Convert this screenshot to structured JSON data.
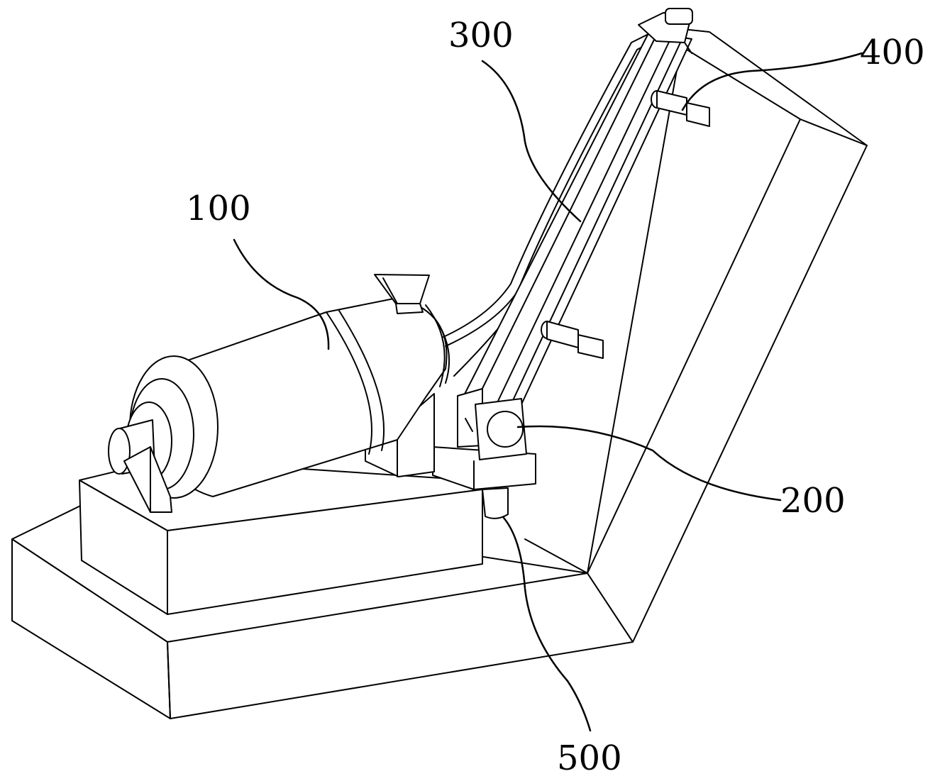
{
  "labels": {
    "l100": "100",
    "l200": "200",
    "l300": "300",
    "l400": "400",
    "l500": "500"
  }
}
